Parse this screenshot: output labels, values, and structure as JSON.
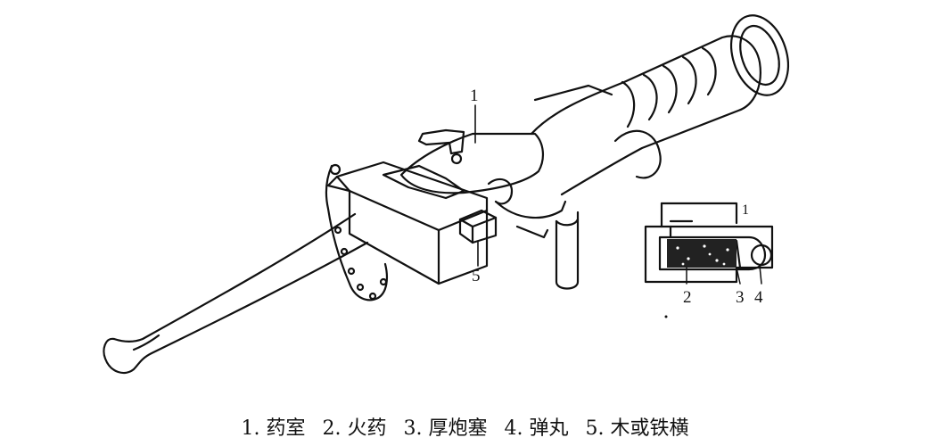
{
  "labels": {
    "main_1": "1",
    "main_5": "5",
    "inset_1": "1",
    "inset_2": "2",
    "inset_3": "3",
    "inset_4": "4"
  },
  "caption": {
    "items": [
      "1. 药室",
      "2. 火药",
      "3. 厚炮塞",
      "4. 弹丸",
      "5. 木或铁横"
    ]
  }
}
